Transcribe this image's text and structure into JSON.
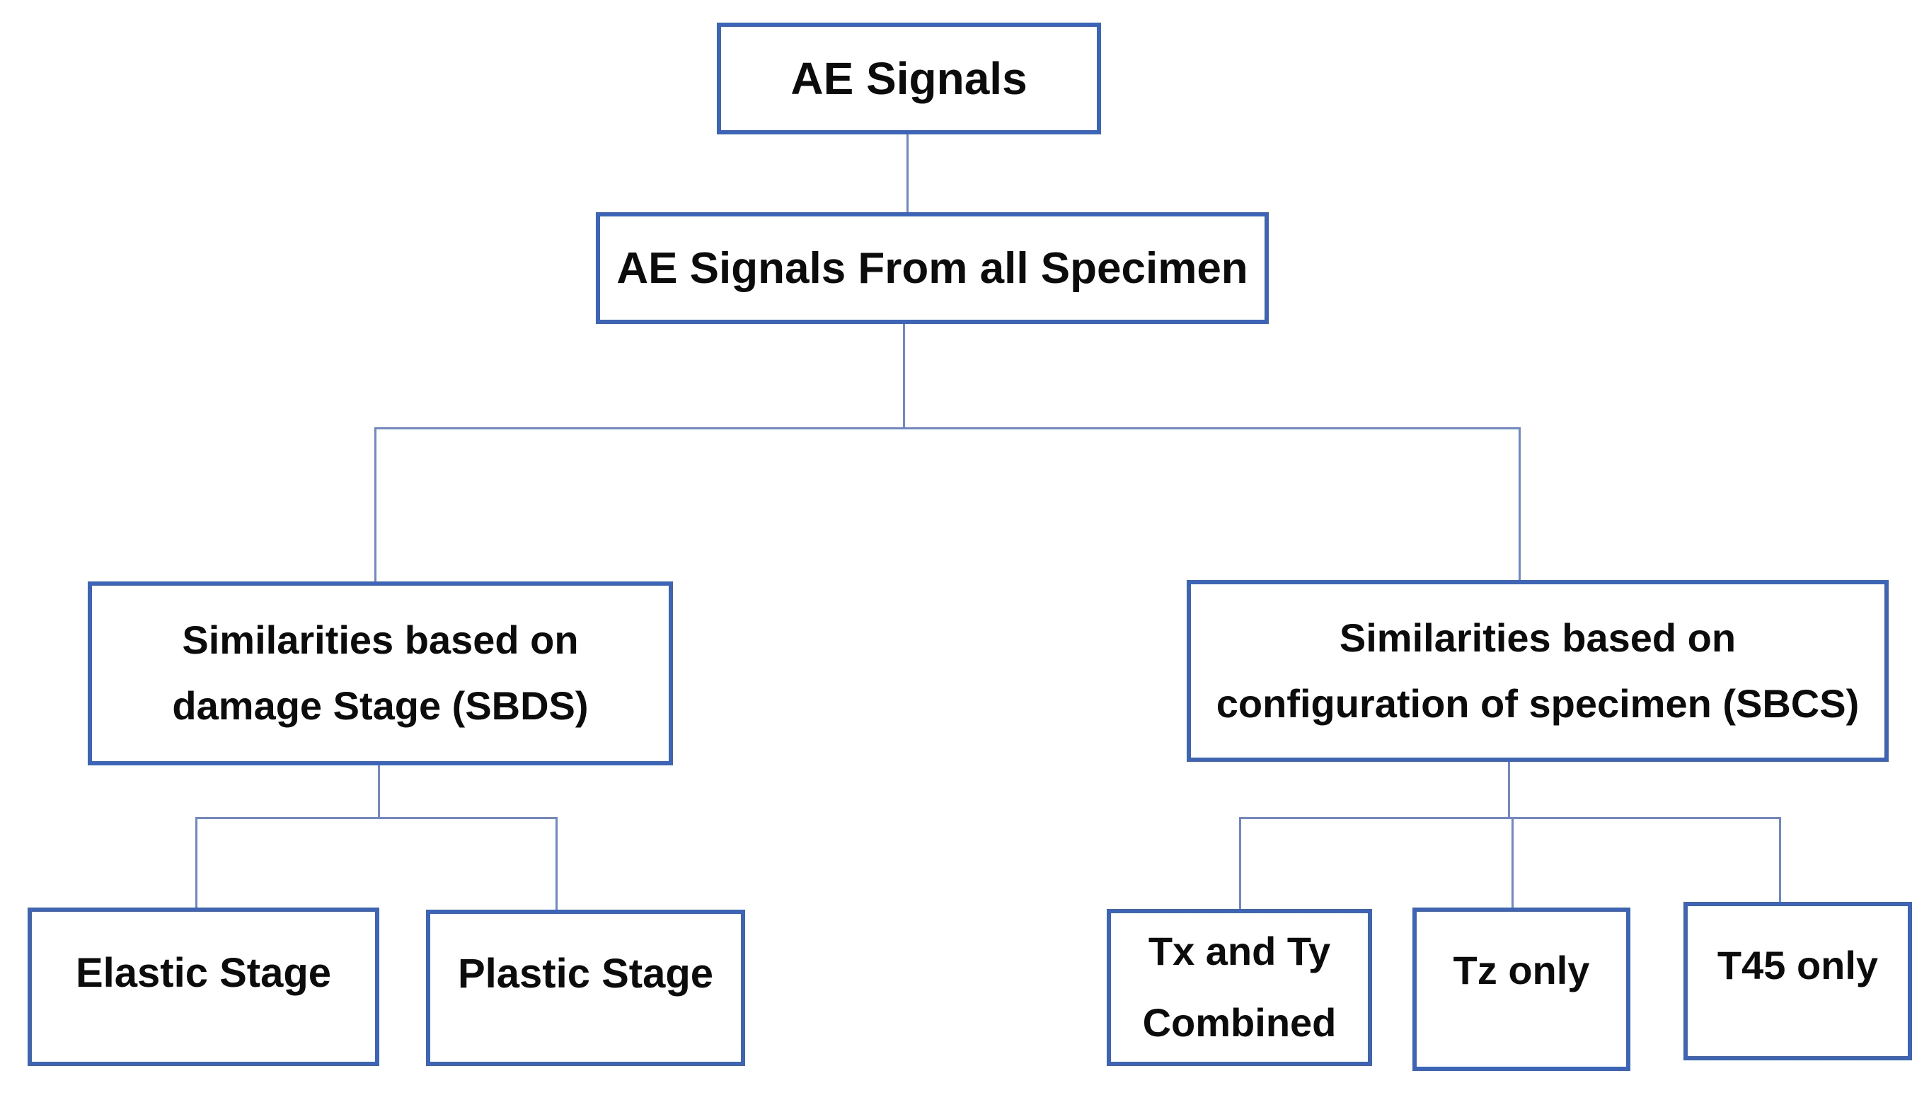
{
  "diagram": {
    "type": "hierarchy-flowchart",
    "colors": {
      "box_border": "#3c64b8",
      "connector": "#6f87cd",
      "text": "#0c0c0c",
      "background": "#ffffff"
    },
    "nodes": {
      "root": {
        "label": "AE Signals"
      },
      "all": {
        "label": "AE Signals From all Specimen"
      },
      "sbds": {
        "label": "Similarities based on damage Stage (SBDS)",
        "lines": [
          "Similarities based on",
          "damage Stage (SBDS)"
        ]
      },
      "sbcs": {
        "label": "Similarities based on configuration of specimen (SBCS)",
        "lines": [
          "Similarities based on",
          "configuration of specimen (SBCS)"
        ]
      },
      "elastic": {
        "label": "Elastic Stage"
      },
      "plastic": {
        "label": "Plastic Stage"
      },
      "txty": {
        "label": "Tx and Ty Combined",
        "lines": [
          "Tx and Ty",
          "Combined"
        ]
      },
      "tz": {
        "label": "Tz only"
      },
      "t45": {
        "label": "T45 only"
      }
    },
    "edges": [
      {
        "from": "AE Signals",
        "to": "AE Signals From all Specimen"
      },
      {
        "from": "AE Signals From all Specimen",
        "to": "Similarities based on damage Stage (SBDS)"
      },
      {
        "from": "AE Signals From all Specimen",
        "to": "Similarities based on configuration of specimen (SBCS)"
      },
      {
        "from": "Similarities based on damage Stage (SBDS)",
        "to": "Elastic Stage"
      },
      {
        "from": "Similarities based on damage Stage (SBDS)",
        "to": "Plastic Stage"
      },
      {
        "from": "Similarities based on configuration of specimen (SBCS)",
        "to": "Tx and Ty Combined"
      },
      {
        "from": "Similarities based on configuration of specimen (SBCS)",
        "to": "Tz only"
      },
      {
        "from": "Similarities based on configuration of specimen (SBCS)",
        "to": "T45 only"
      }
    ]
  }
}
